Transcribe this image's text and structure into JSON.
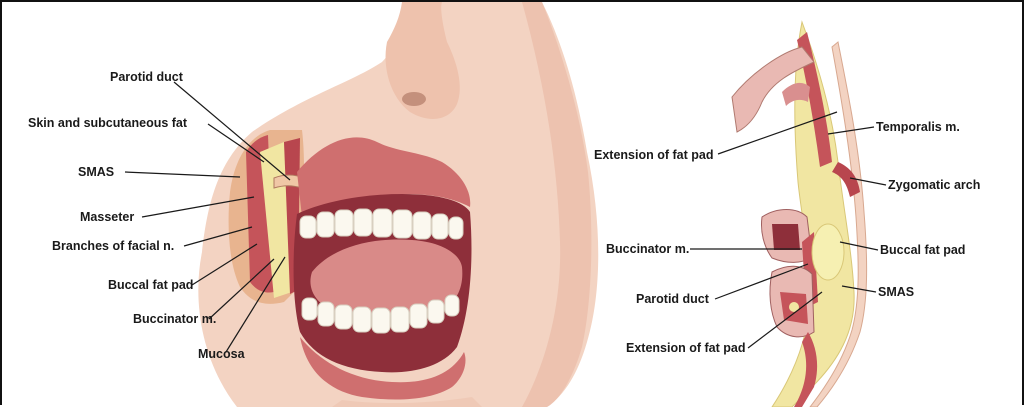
{
  "left_panel": {
    "labels": {
      "parotid_duct": "Parotid duct",
      "skin_fat": "Skin and subcutaneous fat",
      "smas": "SMAS",
      "masseter": "Masseter",
      "facial_branches": "Branches of facial n.",
      "buccal_fat_pad": "Buccal fat pad",
      "buccinator": "Buccinator m.",
      "mucosa": "Mucosa"
    }
  },
  "right_panel": {
    "labels": {
      "extension_upper": "Extension of fat pad",
      "temporalis": "Temporalis m.",
      "zygomatic_arch": "Zygomatic arch",
      "buccinator": "Buccinator m.",
      "buccal_fat_pad": "Buccal fat pad",
      "parotid_duct": "Parotid duct",
      "smas": "SMAS",
      "extension_lower": "Extension of fat pad"
    }
  },
  "colors": {
    "skin": "#f3d3c2",
    "skin_shadow": "#e2a890",
    "lip": "#cf6f6f",
    "mouth": "#8e2f3a",
    "tongue": "#d98a88",
    "teeth": "#fbf8ef",
    "muscle": "#c5545a",
    "fat": "#f1e6a2",
    "duct": "#f0c7a6",
    "leader_line": "#1a1a1a"
  }
}
